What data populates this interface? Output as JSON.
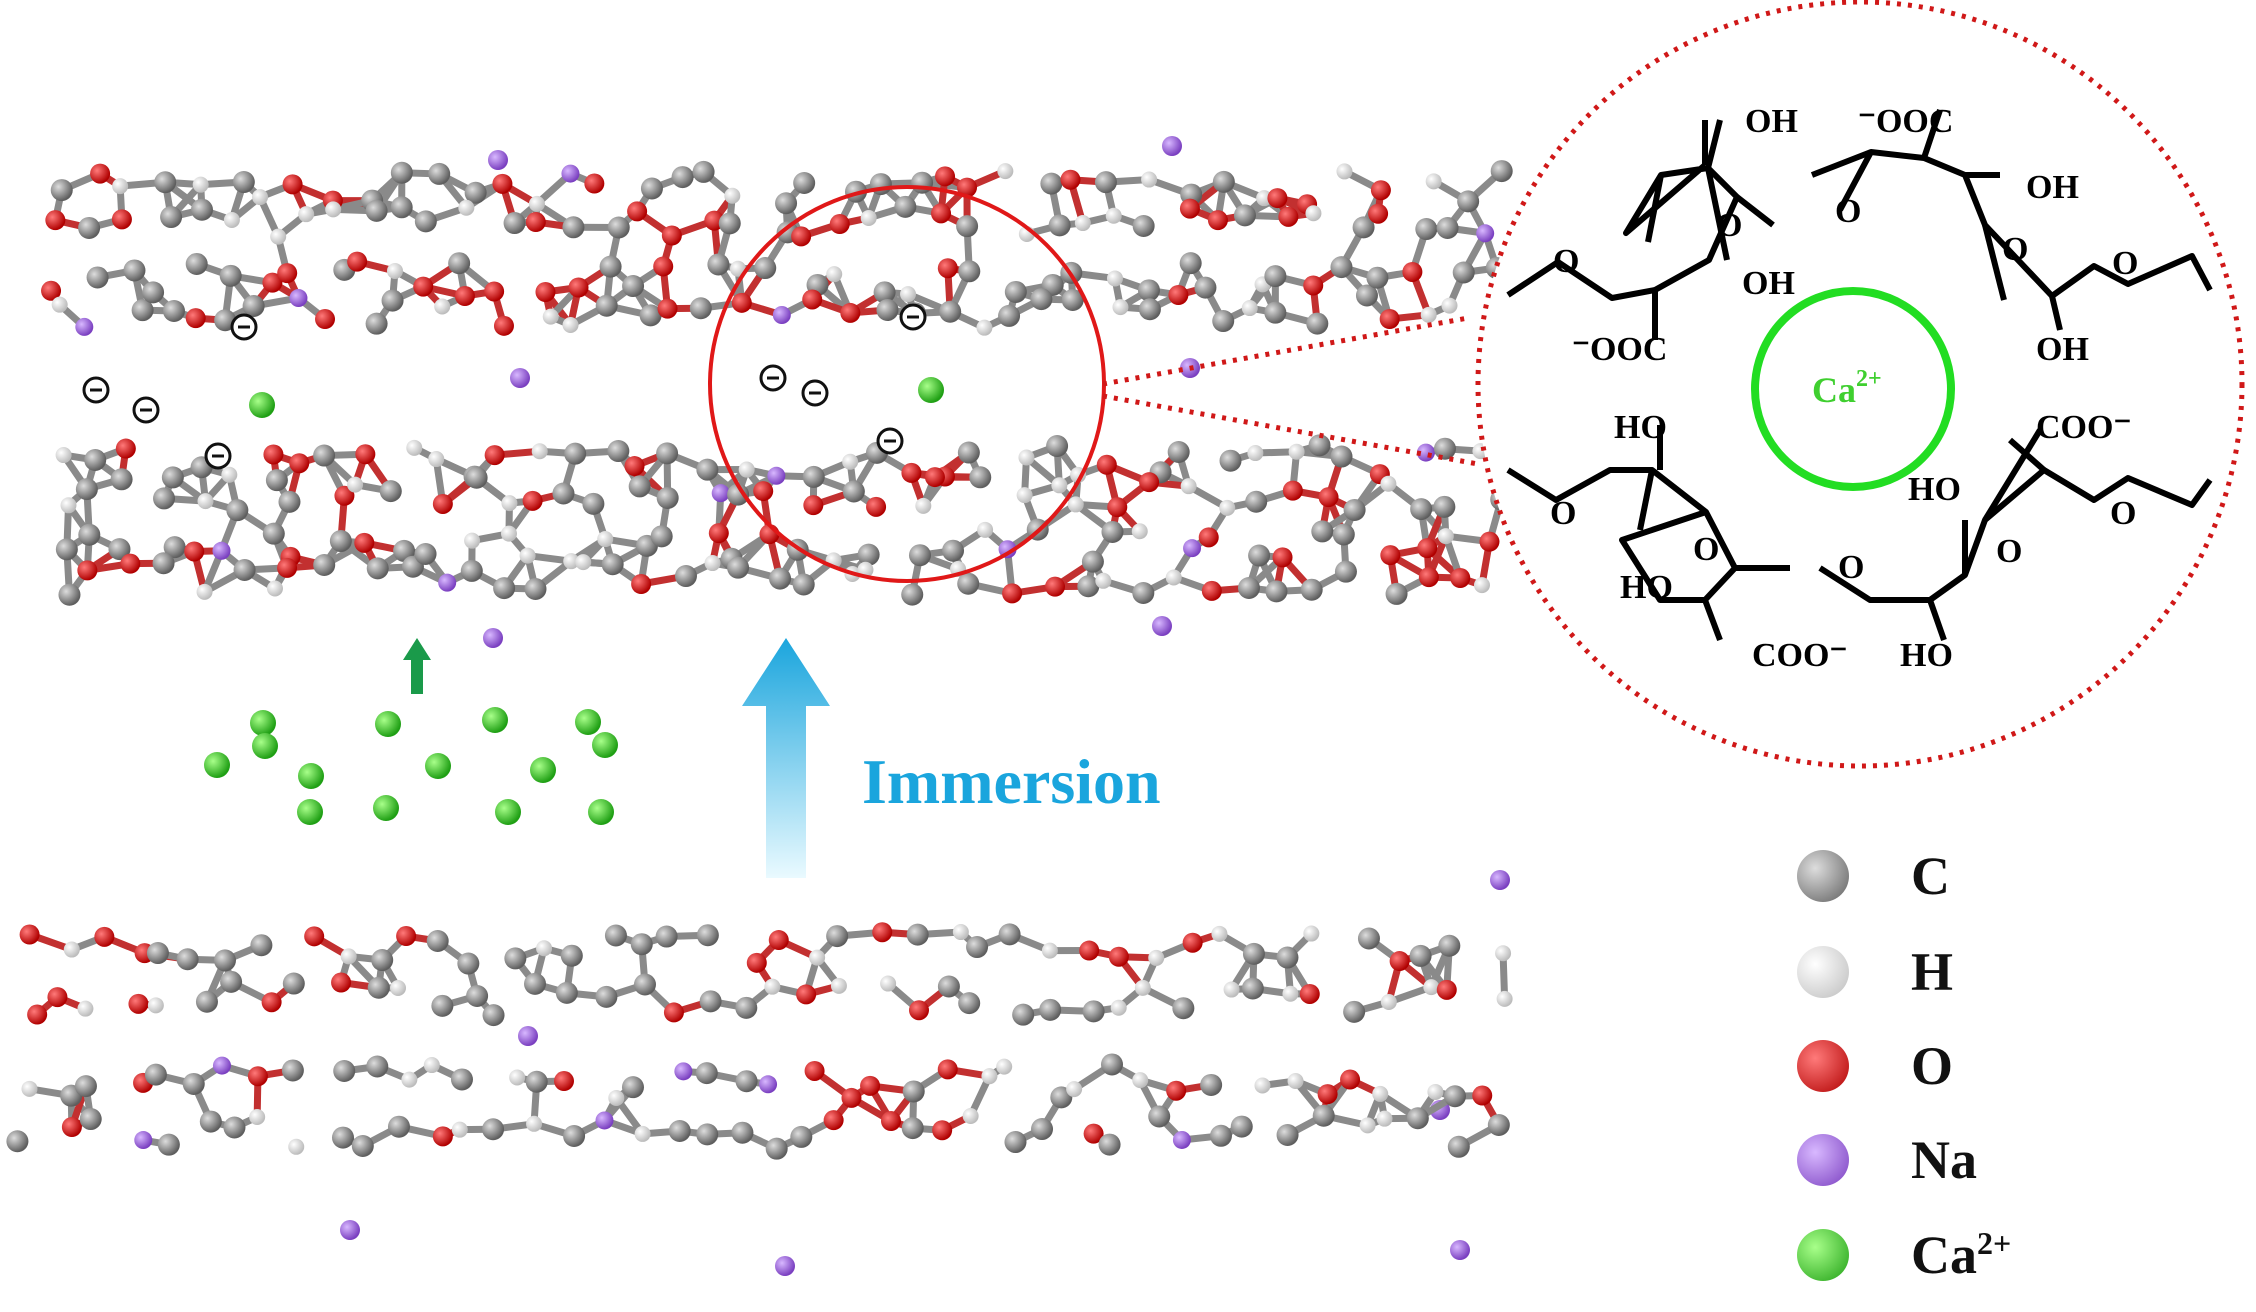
{
  "process": {
    "label": "Immersion"
  },
  "zoom_structure": {
    "ion_label": "Ca",
    "ion_charge": "2+",
    "groups": {
      "oh_top_left": "OH",
      "ooc_top_right": "⁻OOC",
      "oh_top_right": "OH",
      "oh_mid_left": "OH",
      "ooc_mid_left": "⁻OOC",
      "oh_mid_right": "OH",
      "ho_bottom_left": "HO",
      "coo_bottom_right": "COO⁻",
      "ho_bottom_mid_right": "HO",
      "ho_bottom_low_left": "HO",
      "coo_bottom_low": "COO⁻",
      "ho_bottom_low_right": "HO"
    },
    "ring_oxygen": "O"
  },
  "legend": {
    "items": [
      {
        "symbol": "C",
        "charge": "",
        "color": "#808080"
      },
      {
        "symbol": "H",
        "charge": "",
        "color": "#f2f2f2"
      },
      {
        "symbol": "O",
        "charge": "",
        "color": "#e01010"
      },
      {
        "symbol": "Na",
        "charge": "",
        "color": "#a56de0"
      },
      {
        "symbol": "Ca",
        "charge": "2+",
        "color": "#3fcf2f"
      }
    ]
  },
  "colors": {
    "carbon": "#808080",
    "hydrogen": "#f2f2f2",
    "oxygen": "#e01010",
    "sodium": "#a56de0",
    "calcium": "#3fcf2f",
    "highlight_ring": "#e01818",
    "dotted_zoom": "#d01818",
    "ion_circle": "#22dd22",
    "arrow_gradient_top": "#1aa5dd",
    "arrow_gradient_bottom": "#e9f9ff",
    "small_arrow": "#1a9a4a"
  }
}
